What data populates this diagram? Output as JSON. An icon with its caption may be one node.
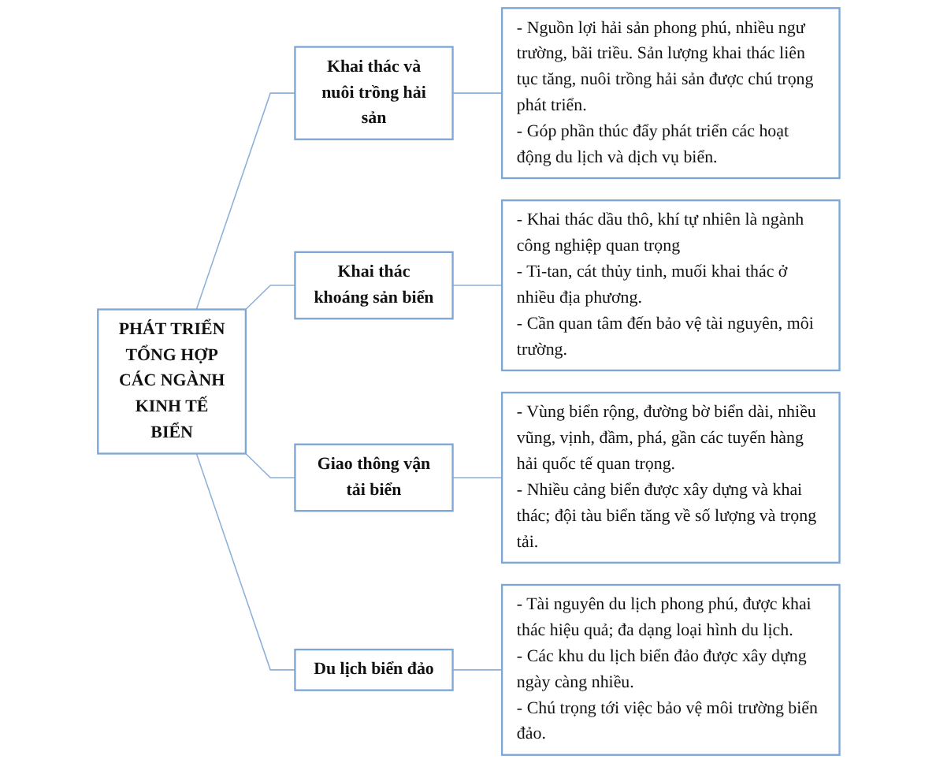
{
  "diagram": {
    "nodes": [
      {
        "text": [
          "PHÁT TRIỂN TỔNG HỢP CÁC NGÀNH KINH TẾ BIỂN"
        ]
      },
      {
        "text": [
          "Khai thác và nuôi trồng hải sản"
        ]
      },
      {
        "text": [
          "Khai thác khoáng sản biển"
        ]
      },
      {
        "text": [
          "Giao thông vận tải biển"
        ]
      },
      {
        "text": [
          "Du lịch biển đảo"
        ]
      },
      {
        "text": [
          "- Nguồn lợi hải sản phong phú, nhiều ngư trường, bãi triều. Sản lượng khai thác liên tục tăng, nuôi trồng hải sản được chú trọng phát triển.",
          "- Góp phần thúc đẩy phát triển các hoạt động du lịch và dịch vụ biển."
        ]
      },
      {
        "text": [
          "- Khai thác dầu thô, khí tự nhiên là ngành công nghiệp quan trọng",
          "- Ti-tan, cát thủy tinh, muối khai thác ở nhiều địa phương.",
          "- Cần quan tâm đến bảo vệ tài nguyên, môi trường."
        ]
      },
      {
        "text": [
          "- Vùng biển rộng, đường bờ biển dài, nhiều vũng, vịnh, đầm, phá, gần các tuyến hàng hải quốc tế quan trọng.",
          "- Nhiều cảng biển được xây dựng và khai thác; đội tàu biển tăng về số lượng và trọng tải."
        ]
      },
      {
        "text": [
          "- Tài nguyên du lịch phong phú, được khai thác hiệu quả; đa dạng loại hình du lịch.",
          "- Các khu du lịch biển đảo được xây dựng ngày càng nhiều.",
          "- Chú trọng tới việc bảo vệ môi trường biển đảo."
        ]
      }
    ],
    "edges": [
      {
        "from": 0,
        "to": 1,
        "arrow": "none"
      },
      {
        "from": 0,
        "to": 2,
        "arrow": "none"
      },
      {
        "from": 0,
        "to": 3,
        "arrow": "none"
      },
      {
        "from": 0,
        "to": 4,
        "arrow": "none"
      },
      {
        "from": 1,
        "to": 5,
        "arrow": "none"
      },
      {
        "from": 2,
        "to": 6,
        "arrow": "none"
      },
      {
        "from": 3,
        "to": 7,
        "arrow": "none"
      },
      {
        "from": 4,
        "to": 8,
        "arrow": "none"
      }
    ]
  }
}
